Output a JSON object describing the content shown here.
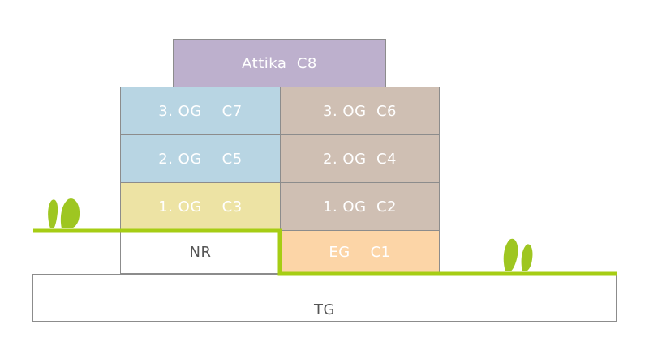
{
  "colors": {
    "attika": "#bdb0cd",
    "blue": "#b8d5e3",
    "taupe": "#cfbfb3",
    "yellow": "#ede3a4",
    "orange": "#fcd5a7",
    "white": "#ffffff",
    "terrain": "#a6cd14",
    "tree": "#9ec621"
  },
  "units": {
    "attika": "Attika  C8",
    "og3_left": "3. OG    C7",
    "og3_right": "3. OG  C6",
    "og2_left": "2. OG    C5",
    "og2_right": "2. OG  C4",
    "og1_left": "1. OG    C3",
    "og1_right": "1. OG  C2",
    "nr": "NR",
    "eg": "EG    C1",
    "tg": "TG"
  },
  "icons": {
    "left_trees": "bush-icon",
    "right_trees": "bush-icon"
  }
}
